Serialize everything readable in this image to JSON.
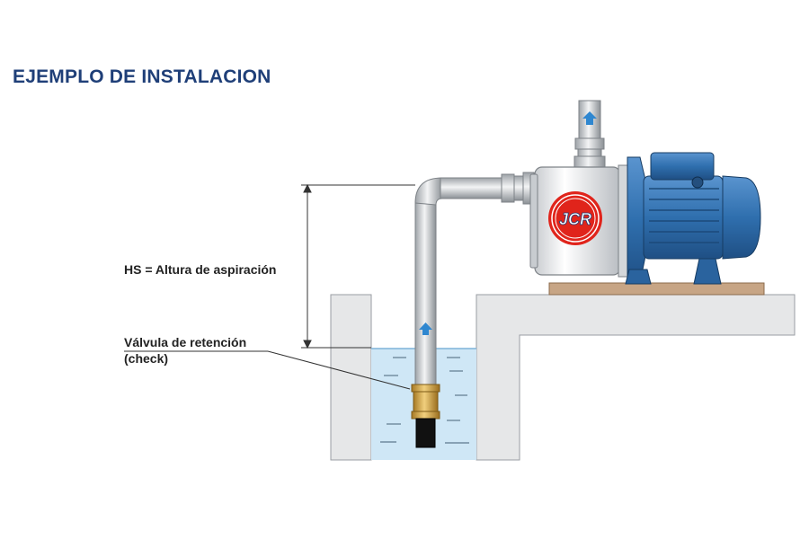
{
  "title": "EJEMPLO DE INSTALACION",
  "labels": {
    "hs": "HS = Altura de aspiración",
    "valve_line1": "Válvula de retención",
    "valve_line2": "(check)"
  },
  "pump": {
    "logo_text": "JCR"
  },
  "colors": {
    "title": "#1f3f78",
    "water": "#cfe7f6",
    "motor": "#2f6fae",
    "pump_logo": "#e0241b",
    "arrow": "#2f87d0",
    "valve": "#d9a84a"
  }
}
